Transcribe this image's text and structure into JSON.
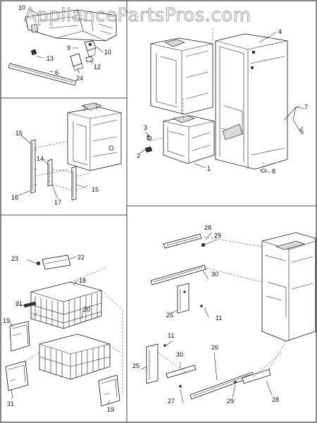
{
  "watermark": "AppliancePartsPros.com",
  "callouts": {
    "c1": "1",
    "c2": "2",
    "c3": "3",
    "c4": "4",
    "c5": "5",
    "c6": "6",
    "c7": "7",
    "c8": "8",
    "c9": "9",
    "c10a": "10",
    "c10b": "10",
    "c11a": "11",
    "c11b": "11",
    "c12": "12",
    "c13": "13",
    "c14": "14",
    "c15a": "15",
    "c15b": "15",
    "c16": "16",
    "c17": "17",
    "c18": "18",
    "c19a": "19",
    "c19b": "19",
    "c20": "20",
    "c21": "21",
    "c22": "22",
    "c23": "23",
    "c24": "24",
    "c25a": "25",
    "c25b": "25",
    "c26": "26",
    "c27": "27",
    "c28a": "28",
    "c28b": "28",
    "c29a": "29",
    "c29b": "29",
    "c30a": "30",
    "c30b": "30",
    "c31": "31"
  }
}
